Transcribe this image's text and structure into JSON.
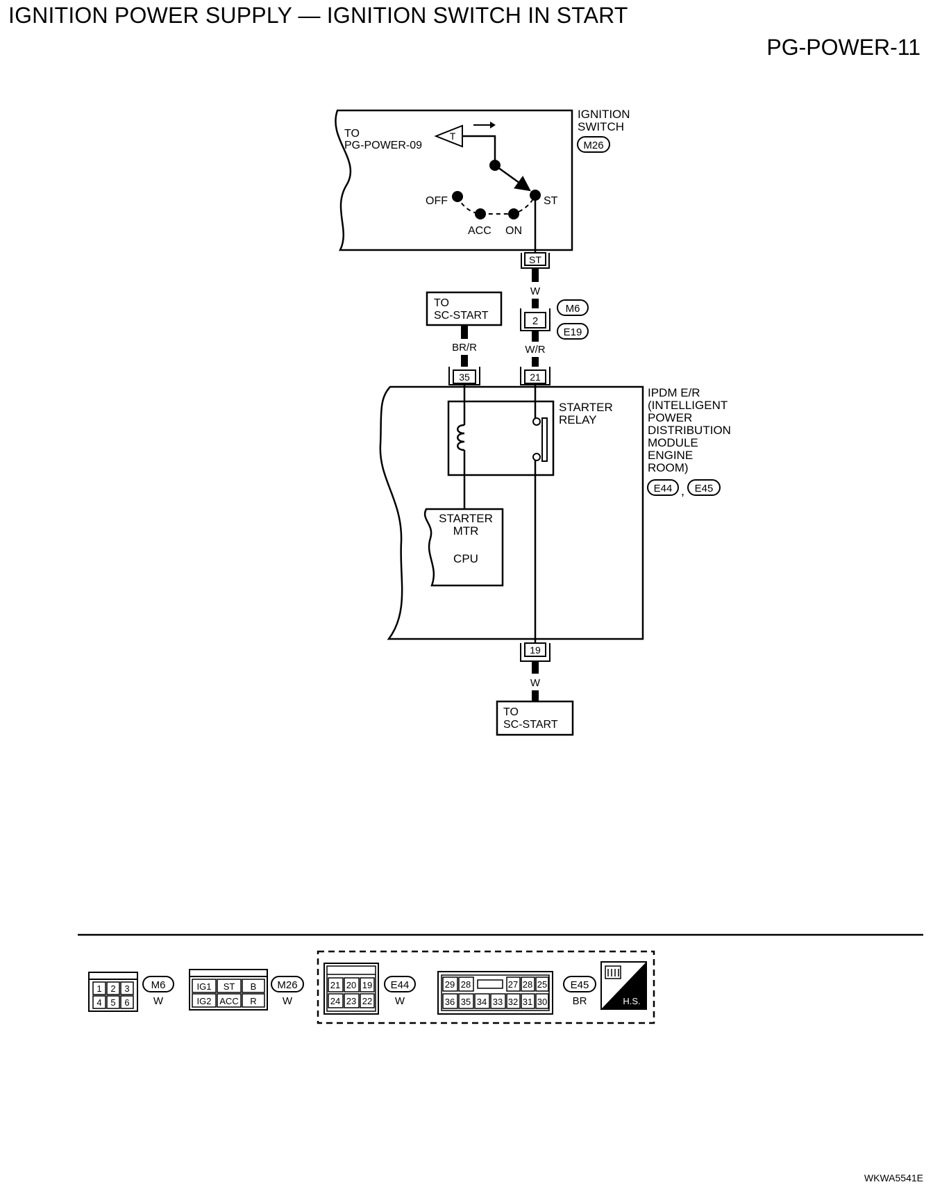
{
  "page": {
    "title": "IGNITION POWER SUPPLY — IGNITION SWITCH IN START",
    "ref": "PG-POWER-11",
    "figure_code": "WKWA5541E"
  },
  "ignition_switch": {
    "label_line1": "IGNITION",
    "label_line2": "SWITCH",
    "connector": "M26",
    "to_line1": "TO",
    "to_line2": "PG-POWER-09",
    "arrow_terminal": "T",
    "positions": [
      "OFF",
      "ACC",
      "ON",
      "ST"
    ],
    "terminal": "ST"
  },
  "wires": {
    "switch_to_joint": "W",
    "joint_to_ipdm": "W/R",
    "sc_start_to_ipdm": "BR/R",
    "ipdm_to_sc_start": "W"
  },
  "joint_connector": {
    "pin": "2",
    "connectors": [
      "M6",
      "E19"
    ]
  },
  "sc_start_upper": {
    "line1": "TO",
    "line2": "SC-START"
  },
  "sc_start_lower": {
    "line1": "TO",
    "line2": "SC-START"
  },
  "ipdm": {
    "label_lines": [
      "IPDM E/R",
      "(INTELLIGENT",
      "POWER",
      "DISTRIBUTION",
      "MODULE",
      "ENGINE",
      "ROOM)"
    ],
    "connectors": [
      "E44",
      "E45"
    ],
    "connector_sep": ",",
    "pins": {
      "coil_in": "35",
      "relay_in": "21",
      "out": "19"
    },
    "relay_label_line1": "STARTER",
    "relay_label_line2": "RELAY",
    "cpu_line1": "STARTER",
    "cpu_line2": "MTR",
    "cpu_line3": "CPU"
  },
  "connector_views": {
    "m6": {
      "name": "M6",
      "color": "W",
      "row1": [
        "1",
        "2",
        "3"
      ],
      "row2": [
        "4",
        "5",
        "6"
      ]
    },
    "m26": {
      "name": "M26",
      "color": "W",
      "row1": [
        "IG1",
        "ST",
        "B"
      ],
      "row2": [
        "IG2",
        "ACC",
        "R"
      ]
    },
    "e44": {
      "name": "E44",
      "color": "W",
      "row1": [
        "21",
        "20",
        "19"
      ],
      "row2": [
        "24",
        "23",
        "22"
      ]
    },
    "e45": {
      "name": "E45",
      "color": "BR",
      "row1": [
        "29",
        "28",
        "27",
        "28",
        "25"
      ],
      "row2": [
        "36",
        "35",
        "34",
        "33",
        "32",
        "31",
        "30"
      ]
    },
    "hs_label": "H.S."
  }
}
